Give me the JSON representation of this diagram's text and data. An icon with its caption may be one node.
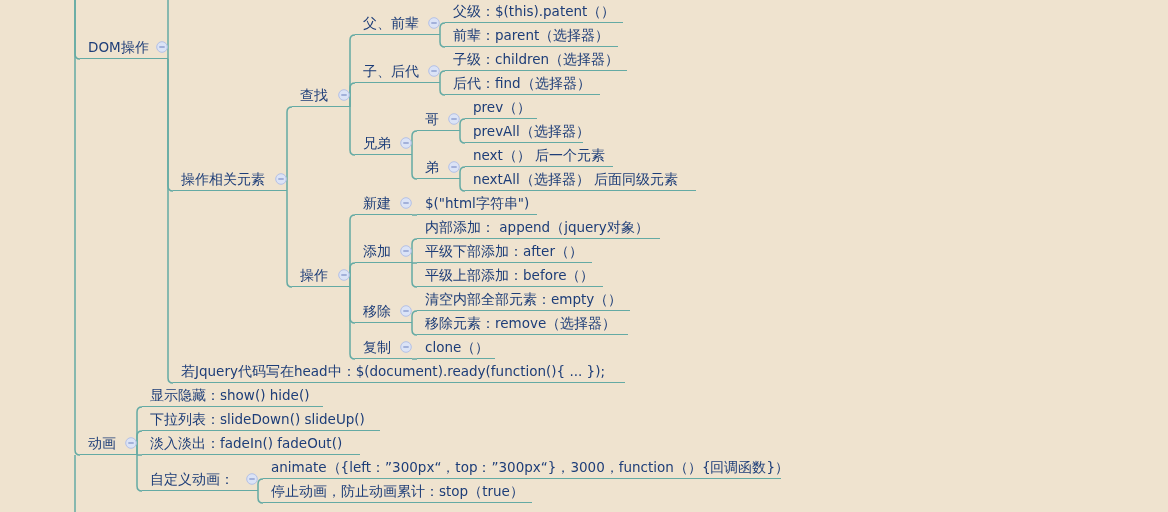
{
  "diagram": {
    "nodes": [
      {
        "text": [
          "DOM操作"
        ]
      },
      {
        "text": [
          "操作相关元素"
        ]
      },
      {
        "text": [
          "查找"
        ]
      },
      {
        "text": [
          "父、前辈"
        ]
      },
      {
        "text": [
          "父级：$(this).patent（）"
        ]
      },
      {
        "text": [
          "前辈：parent（选择器）"
        ]
      },
      {
        "text": [
          "子、后代"
        ]
      },
      {
        "text": [
          "子级：children（选择器）"
        ]
      },
      {
        "text": [
          "后代：find（选择器）"
        ]
      },
      {
        "text": [
          "兄弟"
        ]
      },
      {
        "text": [
          "哥"
        ]
      },
      {
        "text": [
          "prev（）"
        ]
      },
      {
        "text": [
          "prevAll（选择器）"
        ]
      },
      {
        "text": [
          "弟"
        ]
      },
      {
        "text": [
          "next（） 后一个元素"
        ]
      },
      {
        "text": [
          "nextAll（选择器） 后面同级元素"
        ]
      },
      {
        "text": [
          "操作"
        ]
      },
      {
        "text": [
          "新建"
        ]
      },
      {
        "text": [
          "$(\"html字符串\")"
        ]
      },
      {
        "text": [
          "添加"
        ]
      },
      {
        "text": [
          "内部添加： append（jquery对象）"
        ]
      },
      {
        "text": [
          "平级下部添加：after（）"
        ]
      },
      {
        "text": [
          "平级上部添加：before（）"
        ]
      },
      {
        "text": [
          "移除"
        ]
      },
      {
        "text": [
          "清空内部全部元素：empty（）"
        ]
      },
      {
        "text": [
          "移除元素：remove（选择器）"
        ]
      },
      {
        "text": [
          "复制"
        ]
      },
      {
        "text": [
          "clone（）"
        ]
      },
      {
        "text": [
          "若Jquery代码写在head中：$(document).ready(function(){ ... });"
        ]
      },
      {
        "text": [
          "动画"
        ]
      },
      {
        "text": [
          "显示隐藏：show() hide()"
        ]
      },
      {
        "text": [
          "下拉列表：slideDown() slideUp()"
        ]
      },
      {
        "text": [
          "淡入淡出：fadeIn() fadeOut()"
        ]
      },
      {
        "text": [
          "自定义动画："
        ]
      },
      {
        "text": [
          "animate（{left：”300px“，top：”300px“}，3000，function（）{回调函数}）"
        ]
      },
      {
        "text": [
          "停止动画，防止动画累计：stop（true）"
        ]
      }
    ],
    "edges": [
      {
        "from": null,
        "to": 0,
        "arrow": "none"
      },
      {
        "from": 0,
        "to": null,
        "arrow": "none"
      },
      {
        "from": 0,
        "to": 1,
        "arrow": "none"
      },
      {
        "from": 1,
        "to": 2,
        "arrow": "none"
      },
      {
        "from": 2,
        "to": 3,
        "arrow": "none"
      },
      {
        "from": 3,
        "to": 4,
        "arrow": "none"
      },
      {
        "from": 3,
        "to": 5,
        "arrow": "none"
      },
      {
        "from": 2,
        "to": 6,
        "arrow": "none"
      },
      {
        "from": 6,
        "to": 7,
        "arrow": "none"
      },
      {
        "from": 6,
        "to": 8,
        "arrow": "none"
      },
      {
        "from": 2,
        "to": 9,
        "arrow": "none"
      },
      {
        "from": 9,
        "to": 10,
        "arrow": "none"
      },
      {
        "from": 10,
        "to": 11,
        "arrow": "none"
      },
      {
        "from": 10,
        "to": 12,
        "arrow": "none"
      },
      {
        "from": 9,
        "to": 13,
        "arrow": "none"
      },
      {
        "from": 13,
        "to": 14,
        "arrow": "none"
      },
      {
        "from": 13,
        "to": 15,
        "arrow": "none"
      },
      {
        "from": 1,
        "to": 16,
        "arrow": "none"
      },
      {
        "from": 16,
        "to": 17,
        "arrow": "none"
      },
      {
        "from": 17,
        "to": 18,
        "arrow": "none"
      },
      {
        "from": 16,
        "to": 19,
        "arrow": "none"
      },
      {
        "from": 19,
        "to": 20,
        "arrow": "none"
      },
      {
        "from": 19,
        "to": 21,
        "arrow": "none"
      },
      {
        "from": 19,
        "to": 22,
        "arrow": "none"
      },
      {
        "from": 16,
        "to": 23,
        "arrow": "none"
      },
      {
        "from": 23,
        "to": 24,
        "arrow": "none"
      },
      {
        "from": 23,
        "to": 25,
        "arrow": "none"
      },
      {
        "from": 16,
        "to": 26,
        "arrow": "none"
      },
      {
        "from": 26,
        "to": 27,
        "arrow": "none"
      },
      {
        "from": 0,
        "to": 28,
        "arrow": "none"
      },
      {
        "from": null,
        "to": 29,
        "arrow": "none"
      },
      {
        "from": 29,
        "to": 30,
        "arrow": "none"
      },
      {
        "from": 29,
        "to": 31,
        "arrow": "none"
      },
      {
        "from": 29,
        "to": 32,
        "arrow": "none"
      },
      {
        "from": 29,
        "to": 33,
        "arrow": "none"
      },
      {
        "from": 33,
        "to": 34,
        "arrow": "none"
      },
      {
        "from": 33,
        "to": 35,
        "arrow": "none"
      }
    ]
  }
}
